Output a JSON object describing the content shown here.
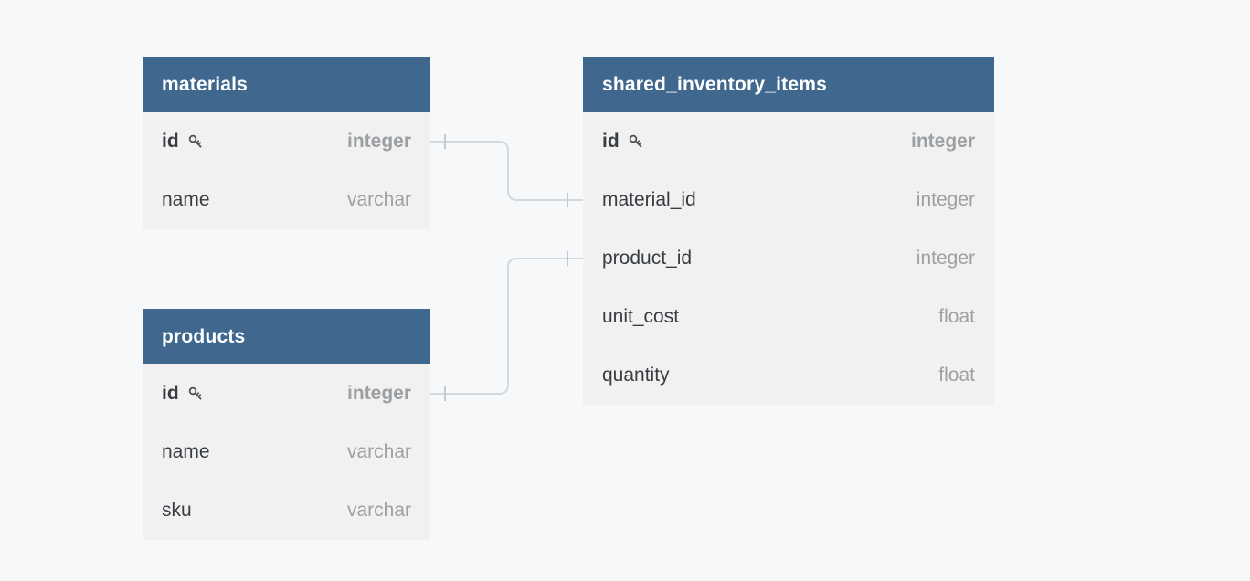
{
  "diagram": {
    "tables": [
      {
        "name": "materials",
        "fields": [
          {
            "name": "id",
            "type": "integer",
            "pk": true
          },
          {
            "name": "name",
            "type": "varchar",
            "pk": false
          }
        ]
      },
      {
        "name": "products",
        "fields": [
          {
            "name": "id",
            "type": "integer",
            "pk": true
          },
          {
            "name": "name",
            "type": "varchar",
            "pk": false
          },
          {
            "name": "sku",
            "type": "varchar",
            "pk": false
          }
        ]
      },
      {
        "name": "shared_inventory_items",
        "fields": [
          {
            "name": "id",
            "type": "integer",
            "pk": true
          },
          {
            "name": "material_id",
            "type": "integer",
            "pk": false
          },
          {
            "name": "product_id",
            "type": "integer",
            "pk": false
          },
          {
            "name": "unit_cost",
            "type": "float",
            "pk": false
          },
          {
            "name": "quantity",
            "type": "float",
            "pk": false
          }
        ]
      }
    ],
    "relationships": [
      {
        "from": "materials.id",
        "to": "shared_inventory_items.material_id"
      },
      {
        "from": "products.id",
        "to": "shared_inventory_items.product_id"
      }
    ],
    "colors": {
      "canvas_bg": "#f7f8f9",
      "header_bg": "#40688f",
      "header_text": "#ffffff",
      "row_bg": "#f1f1f2",
      "field_text": "#383d42",
      "type_text": "#9da0a3",
      "relation_line": "#d6d9db",
      "relation_tick": "#c6c9cc"
    }
  }
}
